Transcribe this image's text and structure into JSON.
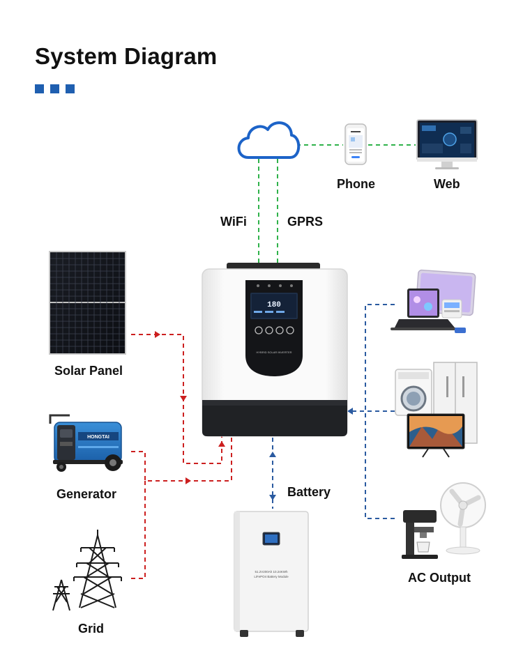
{
  "header": {
    "title": "System Diagram",
    "accent_color": "#1f5fb0"
  },
  "labels": {
    "phone": "Phone",
    "web": "Web",
    "wifi": "WiFi",
    "gprs": "GPRS",
    "solar_panel": "Solar Panel",
    "generator": "Generator",
    "grid": "Grid",
    "battery": "Battery",
    "ac_output": "AC Output"
  },
  "inverter": {
    "panel_text": "HYBRID SOLAR INVERTER",
    "display_value": "180"
  },
  "battery_unit": {
    "spec_line1": "51.2V200Ah 10.24KWh",
    "spec_line2": "LiFePO4 Battery Module"
  },
  "generator_unit": {
    "brand": "HONGTAI"
  },
  "colors": {
    "input_line": "#cc1f1f",
    "output_line": "#2a5aa0",
    "comm_line": "#2fb24a",
    "cloud": "#1c63c8"
  },
  "icons": {
    "cloud": "cloud-icon",
    "phone": "smartphone-icon",
    "web": "monitor-icon",
    "solar": "solar-panel-icon",
    "generator": "generator-icon",
    "grid": "transmission-tower-icon",
    "battery": "battery-icon",
    "inverter": "inverter-icon",
    "tablet": "tablet-laptop-icon",
    "appliances": "appliances-icon",
    "coffee": "coffee-machine-icon",
    "fan": "fan-icon"
  }
}
